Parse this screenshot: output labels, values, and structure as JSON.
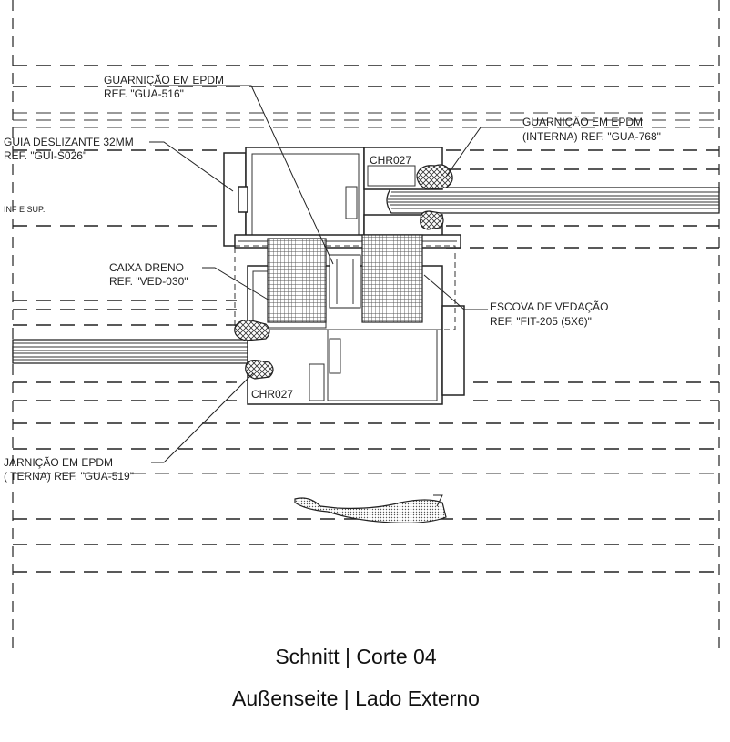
{
  "labels": {
    "gua516_line1": "GUARNIÇÃO EM EPDM",
    "gua516_line2": "REF. \"GUA-516\"",
    "gua768_line1": "GUARNIÇÃO EM EPDM",
    "gua768_line2": "(INTERNA) REF. \"GUA-768\"",
    "gui_line1": "GUIA DESLIZANTE 32MM",
    "gui_line2": "REF. \"GUI-S026\"",
    "inf_sup": "INF E SUP.",
    "chr_top": "CHR027",
    "chr_bottom": "CHR027",
    "ved_line1": "CAIXA DRENO",
    "ved_line2": "REF. \"VED-030\"",
    "fit_line1": "ESCOVA DE VEDAÇÃO",
    "fit_line2": "REF. \"FIT-205 (5X6)\"",
    "gua519_line1": "JARNIÇÃO EM EPDM",
    "gua519_line2": "( TERNA) REF. \"GUA-519\""
  },
  "titles": {
    "section": "Schnitt | Corte 04",
    "side": "Außenseite | Lado Externo"
  },
  "colors": {
    "line": "#222222",
    "background": "#ffffff"
  }
}
